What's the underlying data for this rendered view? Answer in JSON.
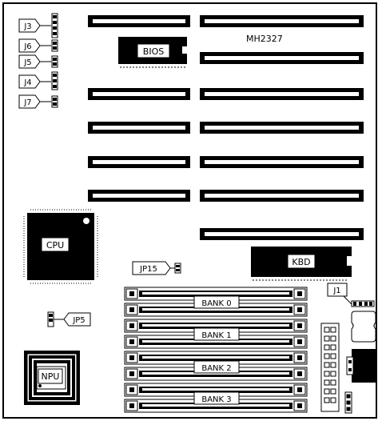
{
  "board": {
    "model": "MH2327",
    "jumpers": {
      "j3": "J3",
      "j6": "J6",
      "j5": "J5",
      "j4": "J4",
      "j7": "J7",
      "jp15": "JP15",
      "jp5": "JP5",
      "j1": "J1"
    },
    "components": {
      "bios": "BIOS",
      "cpu": "CPU",
      "kbd": "KBD",
      "npu": "NPU"
    },
    "memory_banks": [
      "BANK 0",
      "BANK 1",
      "BANK 2",
      "BANK 3"
    ]
  }
}
